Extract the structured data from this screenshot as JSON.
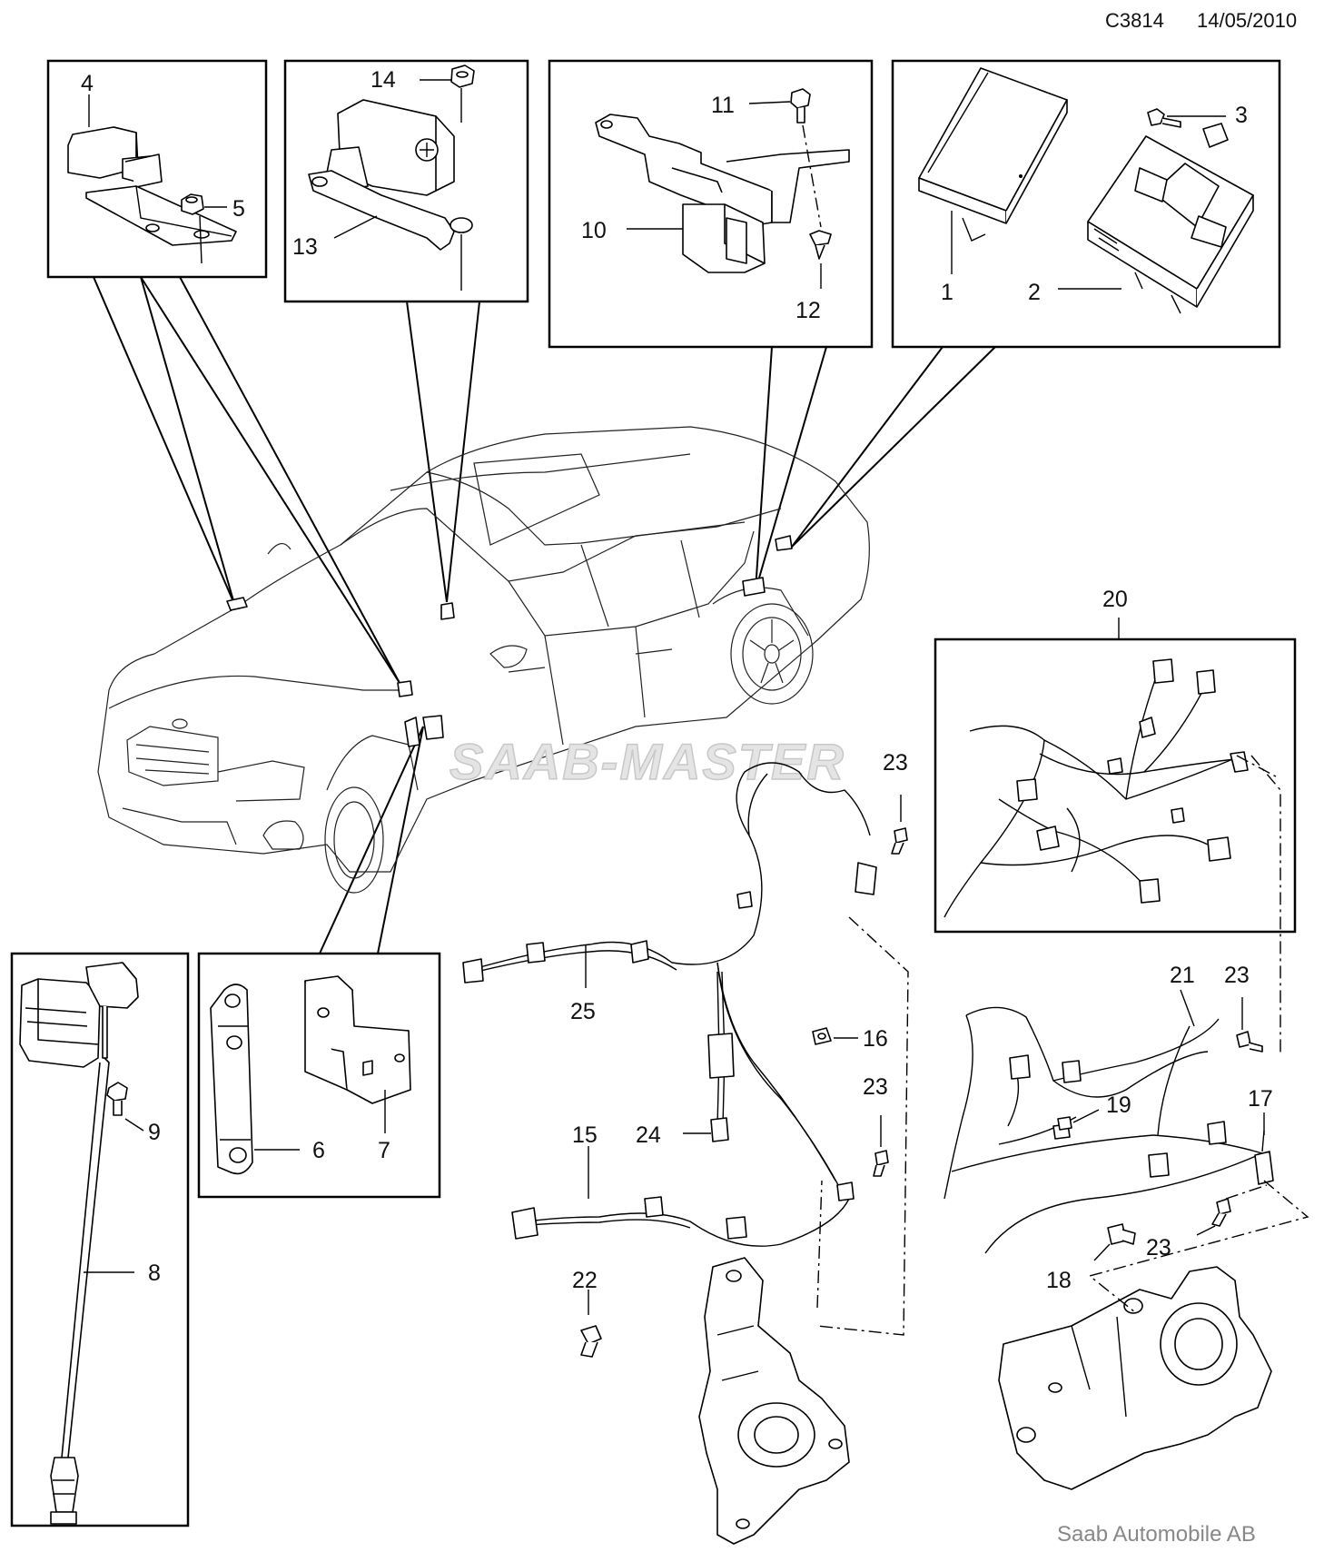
{
  "header": {
    "code": "C3814",
    "date": "14/05/2010"
  },
  "watermark": "SAAB-MASTER",
  "footer": "Saab Automobile AB",
  "callouts": [
    {
      "id": "c1",
      "text": "1"
    },
    {
      "id": "c2",
      "text": "2"
    },
    {
      "id": "c3",
      "text": "3"
    },
    {
      "id": "c4",
      "text": "4"
    },
    {
      "id": "c5",
      "text": "5"
    },
    {
      "id": "c6",
      "text": "6"
    },
    {
      "id": "c7",
      "text": "7"
    },
    {
      "id": "c8",
      "text": "8"
    },
    {
      "id": "c9",
      "text": "9"
    },
    {
      "id": "c10",
      "text": "10"
    },
    {
      "id": "c11",
      "text": "11"
    },
    {
      "id": "c12",
      "text": "12"
    },
    {
      "id": "c13",
      "text": "13"
    },
    {
      "id": "c14",
      "text": "14"
    },
    {
      "id": "c15",
      "text": "15"
    },
    {
      "id": "c16",
      "text": "16"
    },
    {
      "id": "c17",
      "text": "17"
    },
    {
      "id": "c18",
      "text": "18"
    },
    {
      "id": "c19",
      "text": "19"
    },
    {
      "id": "c20",
      "text": "20"
    },
    {
      "id": "c21",
      "text": "21"
    },
    {
      "id": "c22",
      "text": "22"
    },
    {
      "id": "c23a",
      "text": "23"
    },
    {
      "id": "c23b",
      "text": "23"
    },
    {
      "id": "c23c",
      "text": "23"
    },
    {
      "id": "c23d",
      "text": "23"
    },
    {
      "id": "c24",
      "text": "24"
    },
    {
      "id": "c25",
      "text": "25"
    }
  ]
}
